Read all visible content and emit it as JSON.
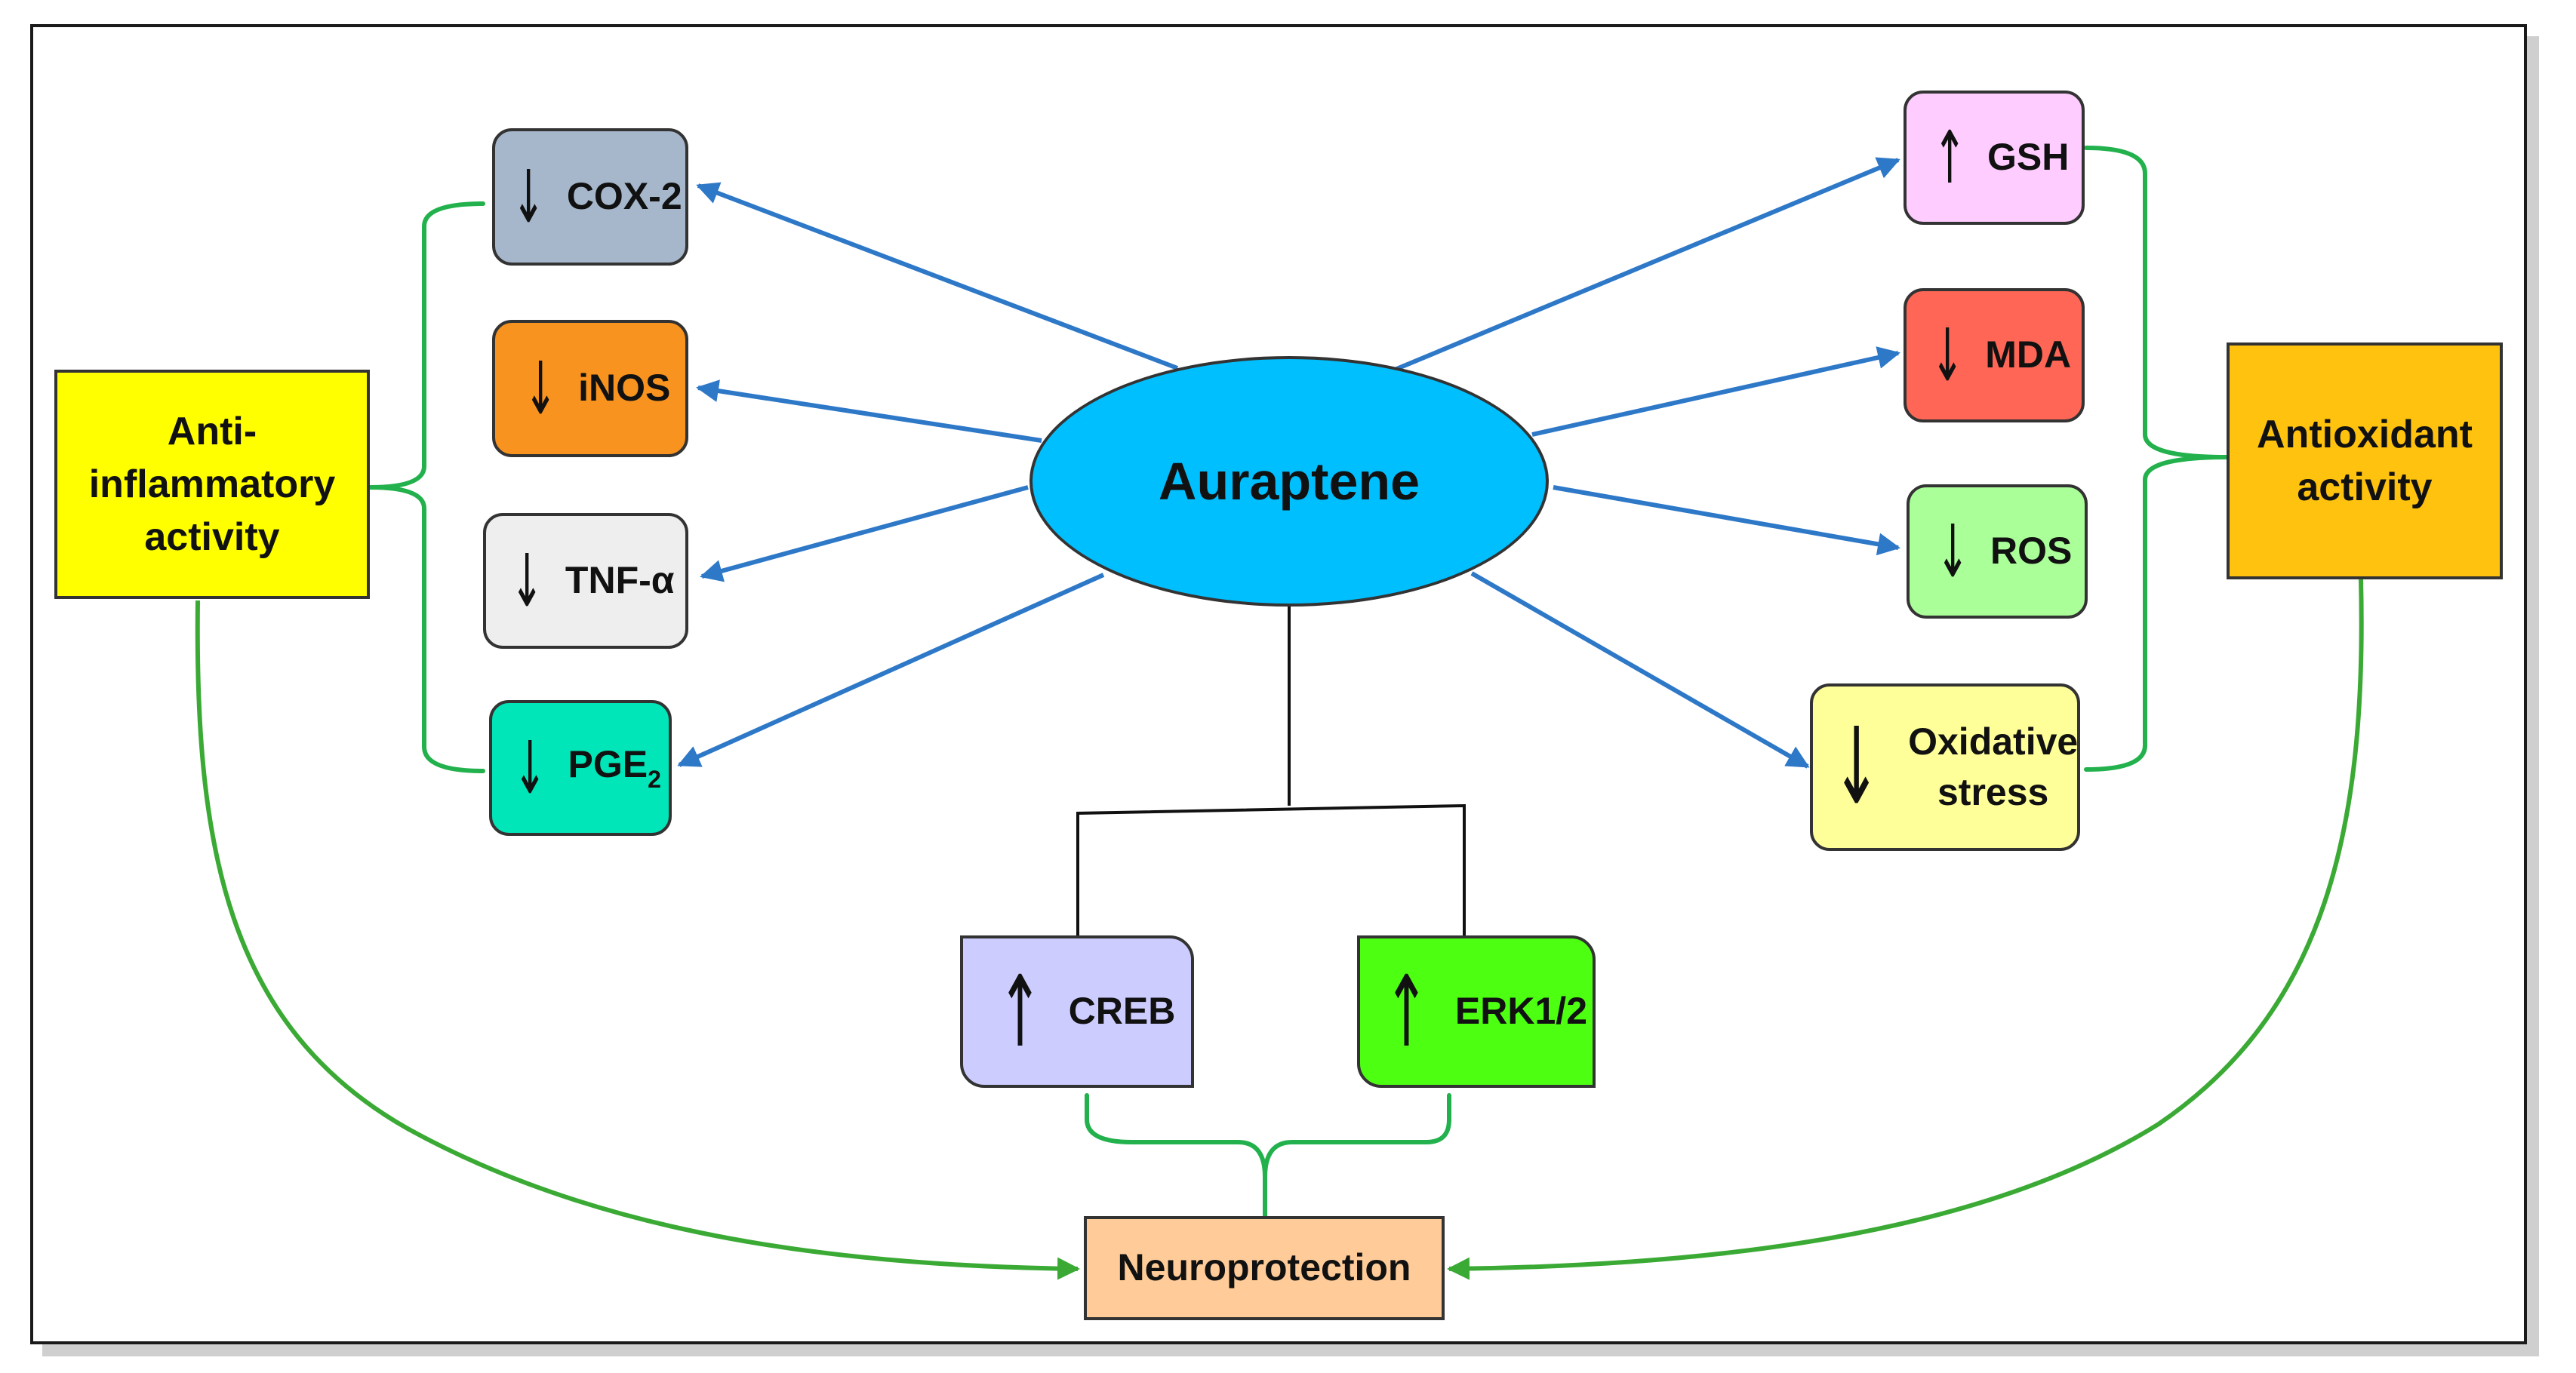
{
  "center": {
    "label": "Auraptene"
  },
  "left_group": {
    "label_lines": [
      "Anti-",
      "inflammatory",
      "activity"
    ],
    "items": [
      {
        "label": "COX-2",
        "direction": "down",
        "color": "#a6b7cb"
      },
      {
        "label": "iNOS",
        "direction": "down",
        "color": "#f7931e"
      },
      {
        "label": "TNF-α",
        "direction": "down",
        "color": "#eeeeee"
      },
      {
        "label": "PGE",
        "subscript": "2",
        "direction": "down",
        "color": "#00e6b8"
      }
    ],
    "color": "#ffff00"
  },
  "right_group": {
    "label_lines": [
      "Antioxidant",
      "activity"
    ],
    "items": [
      {
        "label": "GSH",
        "direction": "up",
        "color": "#ffccff"
      },
      {
        "label": "MDA",
        "direction": "down",
        "color": "#ff6655"
      },
      {
        "label": "ROS",
        "direction": "down",
        "color": "#aaff99"
      },
      {
        "label_lines": [
          "Oxidative",
          "stress"
        ],
        "direction": "down",
        "color": "#ffff99"
      }
    ],
    "color": "#ffc20e"
  },
  "bottom_items": [
    {
      "label": "CREB",
      "direction": "up",
      "color": "#ccccff"
    },
    {
      "label": "ERK1/2",
      "direction": "up",
      "color": "#4dff11"
    }
  ],
  "outcome": {
    "label": "Neuroprotection",
    "color": "#ffcc99"
  },
  "colors": {
    "arrow_blue": "#2e78c8",
    "bracket_green": "#22b14c",
    "curve_green": "#3aaa35",
    "line_black": "#111111"
  }
}
